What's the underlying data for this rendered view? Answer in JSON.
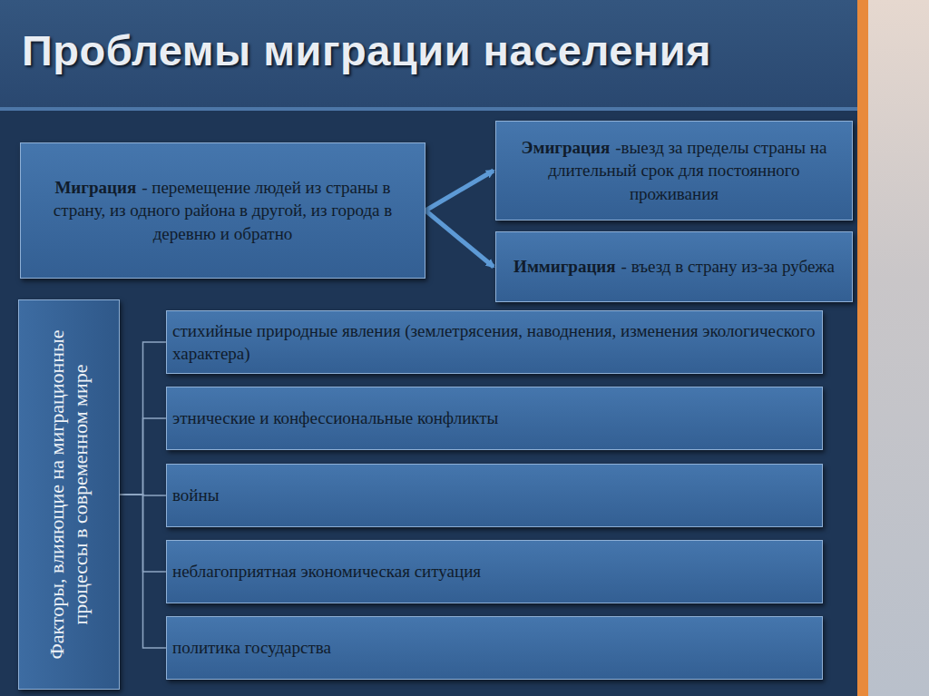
{
  "diagram": {
    "title": "Проблемы миграции населения",
    "nodes": [
      {
        "text": [
          "Миграция",
          "- перемещение людей из страны в страну, из одного района в другой, из города в деревню и обратно"
        ]
      },
      {
        "text": [
          "Эмиграция",
          "-выезд за пределы страны на длительный срок для постоянного проживания"
        ]
      },
      {
        "text": [
          "Иммиграция",
          "- въезд в страну из-за рубежа"
        ]
      },
      {
        "text": [
          "Факторы, влияющие на миграционные процессы в современном мире"
        ]
      },
      {
        "text": [
          "стихийные природные явления (землетрясения, наводнения, изменения экологического характера)"
        ]
      },
      {
        "text": [
          "этнические и конфессиональные конфликты"
        ]
      },
      {
        "text": [
          "войны"
        ]
      },
      {
        "text": [
          "неблагоприятная экономическая ситуация"
        ]
      },
      {
        "text": [
          "политика государства"
        ]
      }
    ],
    "edges": [
      {
        "from": 0,
        "to": 1,
        "arrow": "to"
      },
      {
        "from": 0,
        "to": 2,
        "arrow": "to"
      },
      {
        "from": 3,
        "to": 4,
        "arrow": "none"
      },
      {
        "from": 3,
        "to": 5,
        "arrow": "none"
      },
      {
        "from": 3,
        "to": 6,
        "arrow": "none"
      },
      {
        "from": 3,
        "to": 7,
        "arrow": "none"
      },
      {
        "from": 3,
        "to": 8,
        "arrow": "none"
      }
    ]
  }
}
